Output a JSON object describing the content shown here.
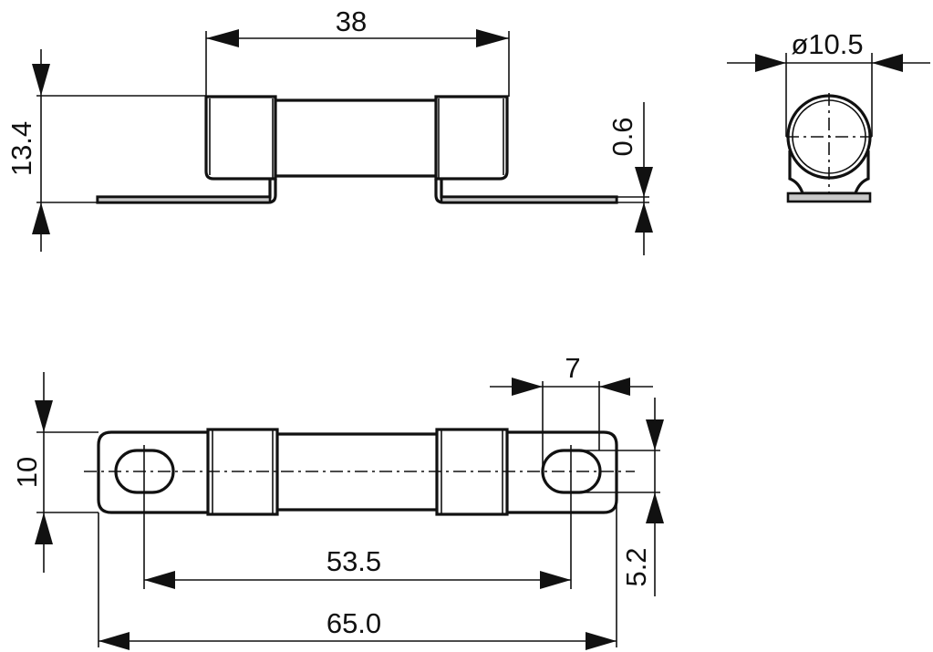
{
  "drawing": {
    "subject": "fuse with bolt-on tags (mechanical dimension drawing)",
    "views": {
      "side_view": {
        "dimensions": {
          "body_length": "38",
          "overall_height": "13.4",
          "tag_thickness": "0.6"
        }
      },
      "end_view": {
        "dimensions": {
          "diameter": "ø10.5"
        }
      },
      "top_view": {
        "dimensions": {
          "tag_width": "10",
          "slot_length": "7",
          "slot_width": "5.2",
          "hole_centers": "53.5",
          "overall_length": "65.0"
        }
      }
    },
    "colors": {
      "line": "#111111",
      "background": "#ffffff",
      "tag_section_fill": "#c8c8c8"
    }
  }
}
